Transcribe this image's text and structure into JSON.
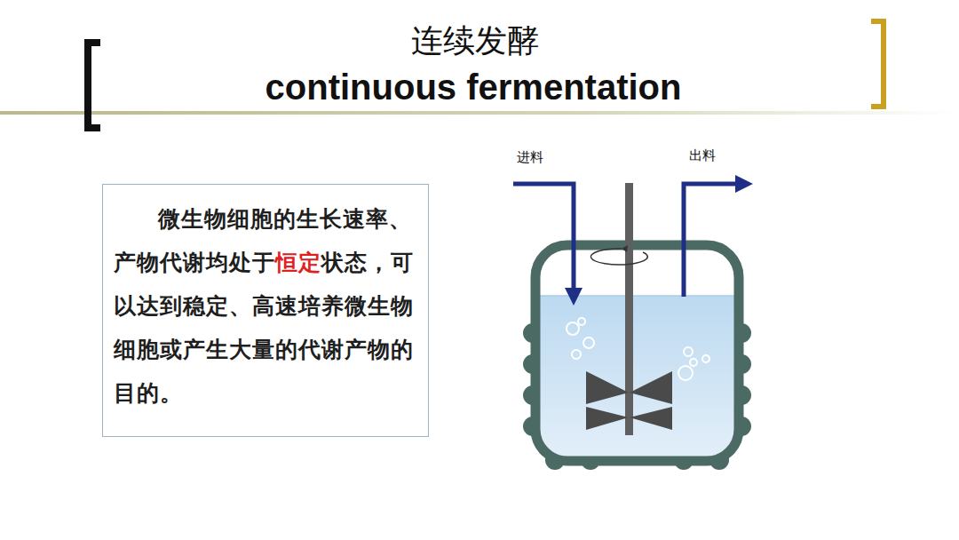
{
  "diagram": {
    "title": "连续发酵",
    "nodes": [
      {
        "text": [
          "微生物细胞的生长速率、产物代谢均处于",
          "恒定",
          "状态，可以达到稳定、高速培养微生物细胞或产生大量的代谢产物的目的。"
        ]
      }
    ],
    "labels": [
      "continuous fermentation",
      "进料",
      "出料"
    ]
  }
}
